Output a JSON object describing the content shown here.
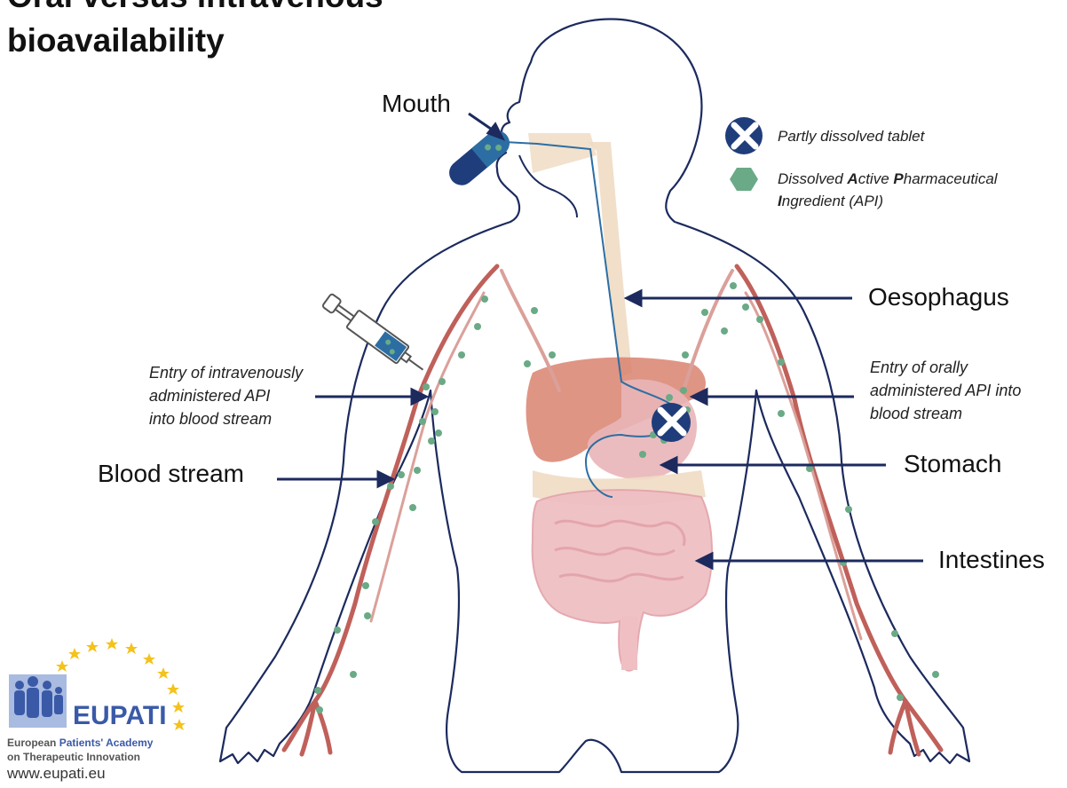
{
  "title": {
    "line1": "Oral versus intravenous",
    "line2": "bioavailability"
  },
  "labels": {
    "mouth": "Mouth",
    "oesophagus": "Oesophagus",
    "stomach": "Stomach",
    "intestines": "Intestines",
    "blood_stream": "Blood stream",
    "iv_entry": [
      "Entry of intravenously",
      "administered API",
      "into blood stream"
    ],
    "oral_entry": [
      "Entry of orally",
      "administered API into",
      "blood stream"
    ]
  },
  "legend": {
    "tablet": "Partly dissolved tablet",
    "api_line1_prefix": "Dissolved ",
    "api_A": "A",
    "api_ctive": "ctive ",
    "api_P": "P",
    "api_harma": "harmaceutical",
    "api_I": "I",
    "api_line2_rest": "ngredient (API)"
  },
  "logo": {
    "name": "EUPATI",
    "line1_a": "European ",
    "line1_b": "Patients' Academy",
    "line2": "on Therapeutic Innovation",
    "url": "www.eupati.eu"
  },
  "colors": {
    "outline": "#1c2a5e",
    "arrow": "#1c2a5e",
    "vessel": "#c0605a",
    "vessel_light": "#dba09a",
    "api_dot": "#6aaa86",
    "liver": "#d9826f",
    "stomach": "#e9b5b8",
    "intestine": "#efbfc3",
    "oesophagus": "#f0dcc4",
    "tablet": "#1f3d7a",
    "star": "#f4c21b",
    "logo_blue": "#3a5aa8"
  }
}
